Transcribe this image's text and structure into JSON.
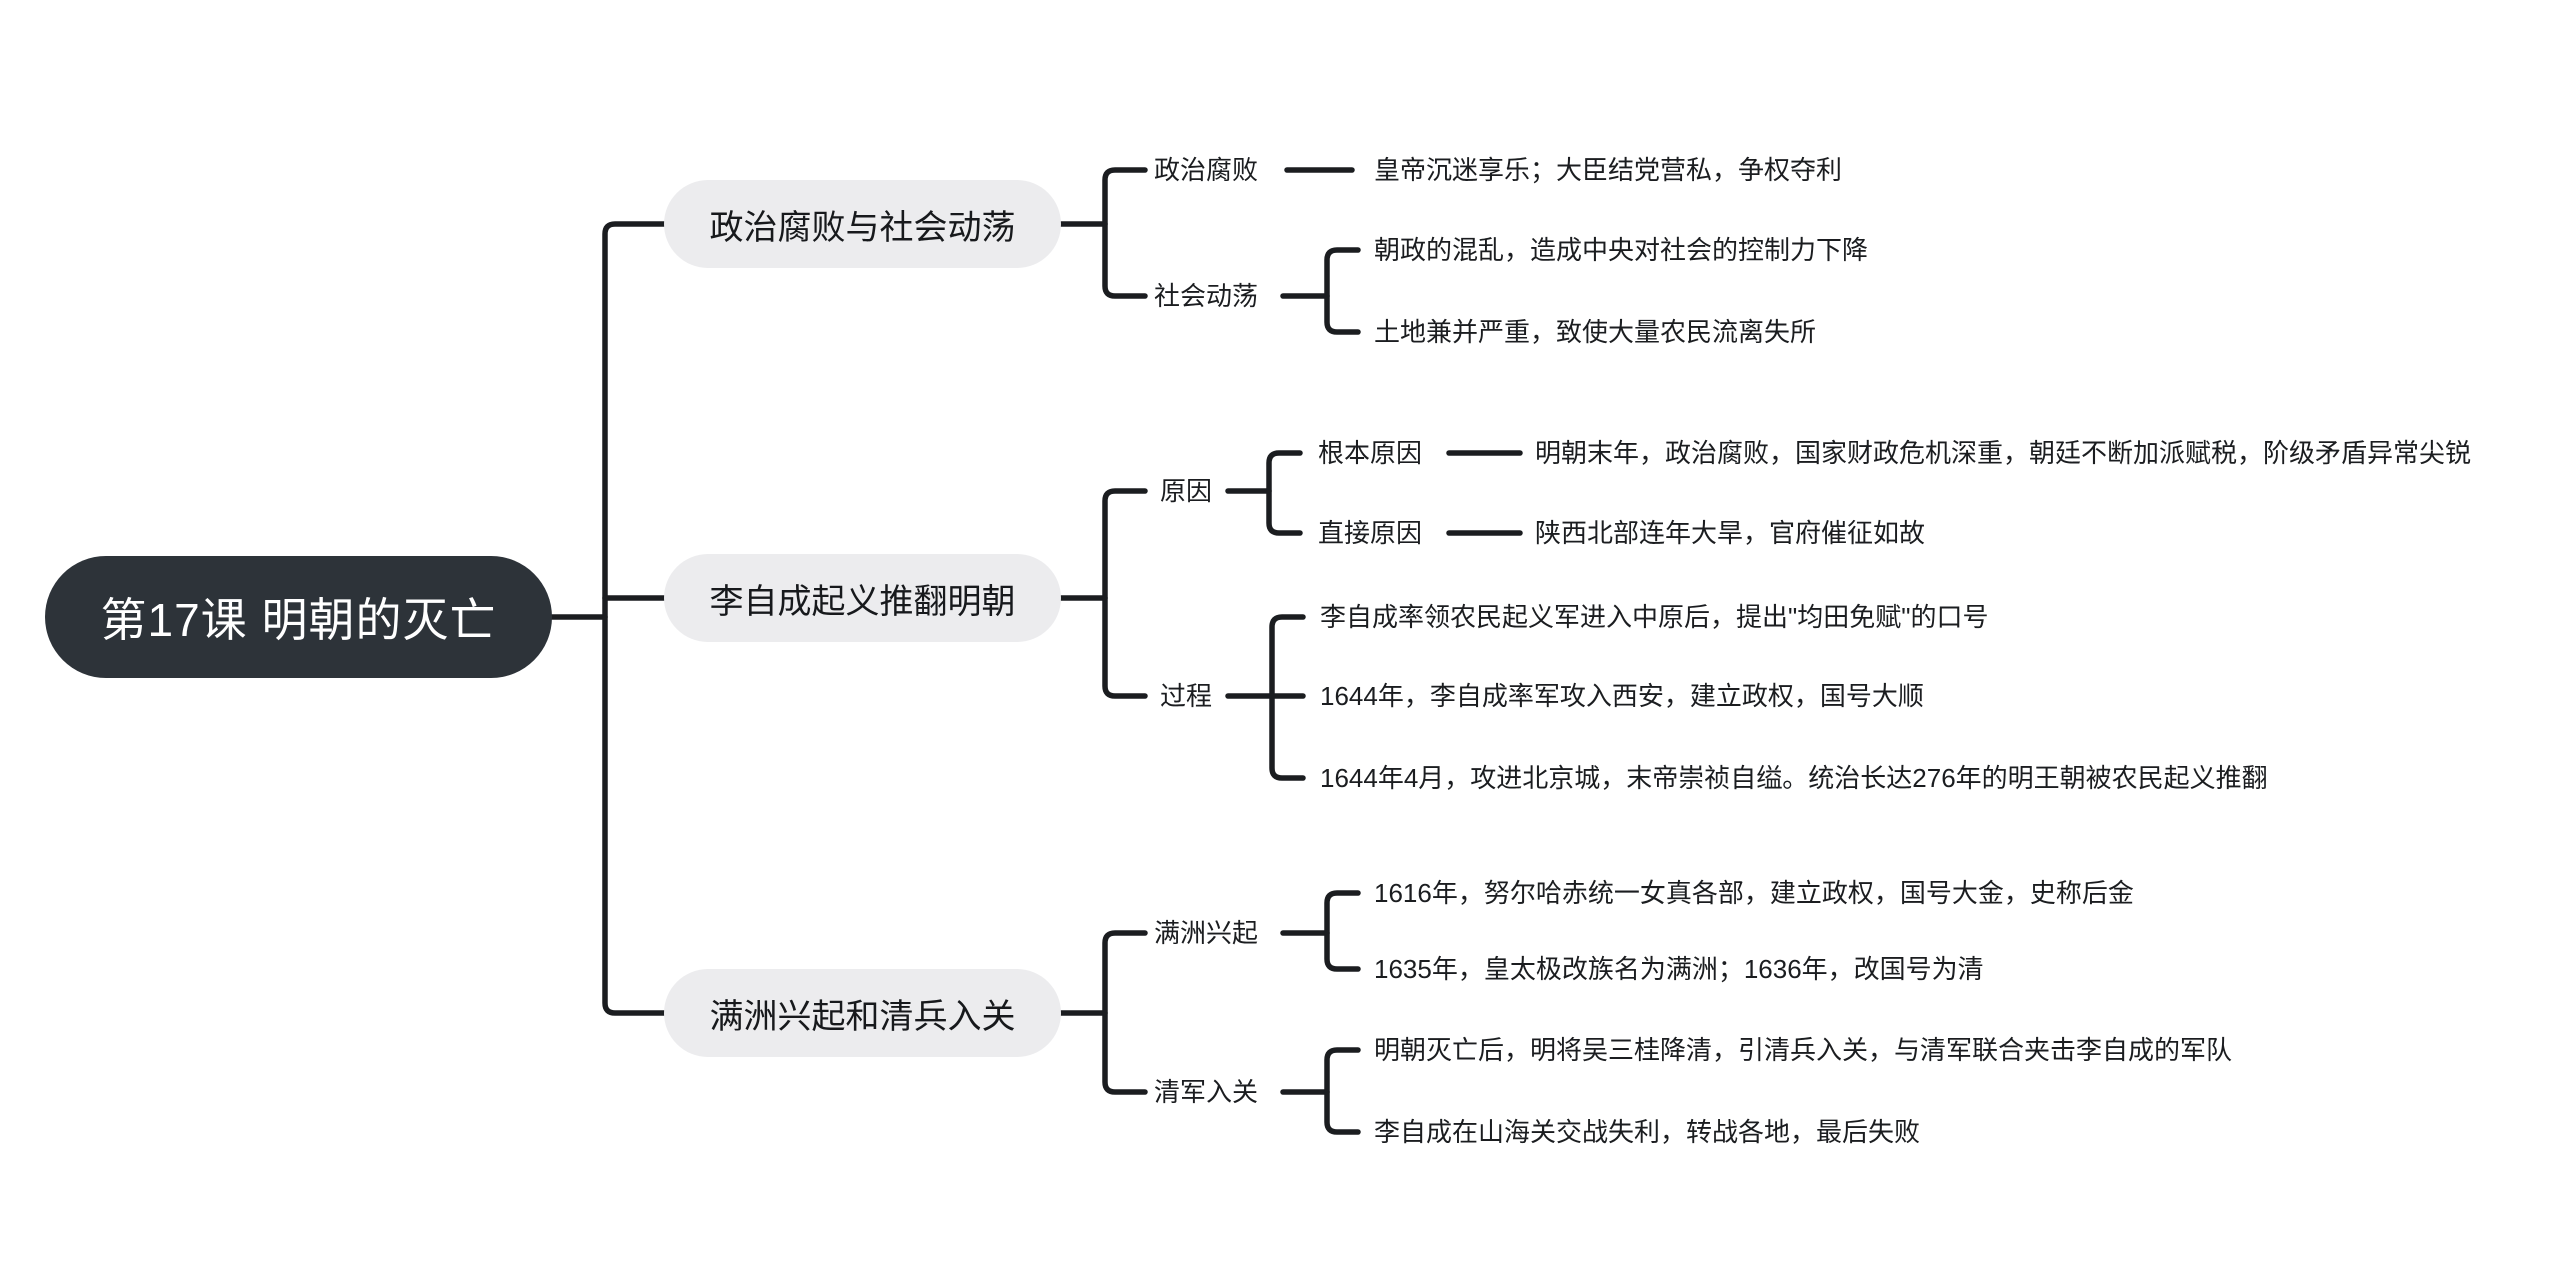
{
  "colors": {
    "background": "#FFFFFF",
    "root_fill": "#2D3339",
    "root_text": "#FFFFFF",
    "branch_fill": "#ECECEE",
    "text": "#1B1D20",
    "connector": "#1B1D20"
  },
  "mindmap": {
    "root": {
      "label": "第17课 明朝的灭亡"
    },
    "branches": [
      {
        "label": "政治腐败与社会动荡",
        "children": [
          {
            "label": "政治腐败",
            "leaves": [
              "皇帝沉迷享乐；大臣结党营私，争权夺利"
            ]
          },
          {
            "label": "社会动荡",
            "leaves": [
              "朝政的混乱，造成中央对社会的控制力下降",
              "土地兼并严重，致使大量农民流离失所"
            ]
          }
        ]
      },
      {
        "label": "李自成起义推翻明朝",
        "children": [
          {
            "label": "原因",
            "children": [
              {
                "label": "根本原因",
                "leaves": [
                  "明朝末年，政治腐败，国家财政危机深重，朝廷不断加派赋税，阶级矛盾异常尖锐"
                ]
              },
              {
                "label": "直接原因",
                "leaves": [
                  "陕西北部连年大旱，官府催征如故"
                ]
              }
            ]
          },
          {
            "label": "过程",
            "leaves": [
              "李自成率领农民起义军进入中原后，提出\"均田免赋\"的口号",
              "1644年，李自成率军攻入西安，建立政权，国号大顺",
              "1644年4月，攻进北京城，末帝崇祯自缢。统治长达276年的明王朝被农民起义推翻"
            ]
          }
        ]
      },
      {
        "label": "满洲兴起和清兵入关",
        "children": [
          {
            "label": "满洲兴起",
            "leaves": [
              "1616年，努尔哈赤统一女真各部，建立政权，国号大金，史称后金",
              "1635年，皇太极改族名为满洲；1636年，改国号为清"
            ]
          },
          {
            "label": "清军入关",
            "leaves": [
              "明朝灭亡后，明将吴三桂降清，引清兵入关，与清军联合夹击李自成的军队",
              "李自成在山海关交战失利，转战各地，最后失败"
            ]
          }
        ]
      }
    ]
  }
}
